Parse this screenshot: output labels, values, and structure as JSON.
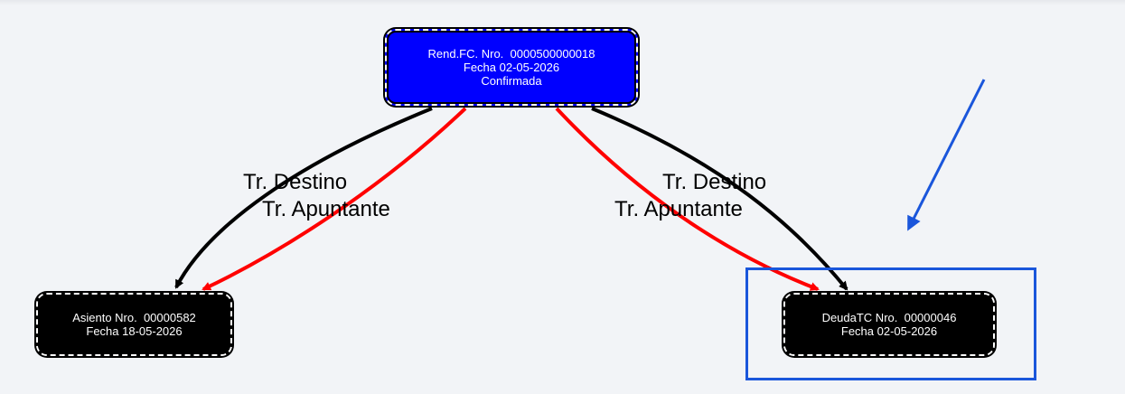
{
  "nodes": {
    "root": {
      "line1": "Rend.FC. Nro.  0000500000018",
      "line2": "Fecha 02-05-2026",
      "line3": "Confirmada",
      "fill": "#0000ff"
    },
    "asiento": {
      "line1": "Asiento Nro.  00000582",
      "line2": "Fecha 18-05-2026",
      "fill": "#000000"
    },
    "deuda": {
      "line1": "DeudaTC Nro.  00000046",
      "line2": "Fecha 02-05-2026",
      "fill": "#000000"
    }
  },
  "edges": {
    "left_destino": "Tr. Destino",
    "left_apuntante": "Tr. Apuntante",
    "right_destino": "Tr. Destino",
    "right_apuntante": "Tr. Apuntante",
    "destino_color": "#000000",
    "apuntante_color": "#ff0000"
  },
  "annotation": {
    "color": "#1a56db"
  }
}
